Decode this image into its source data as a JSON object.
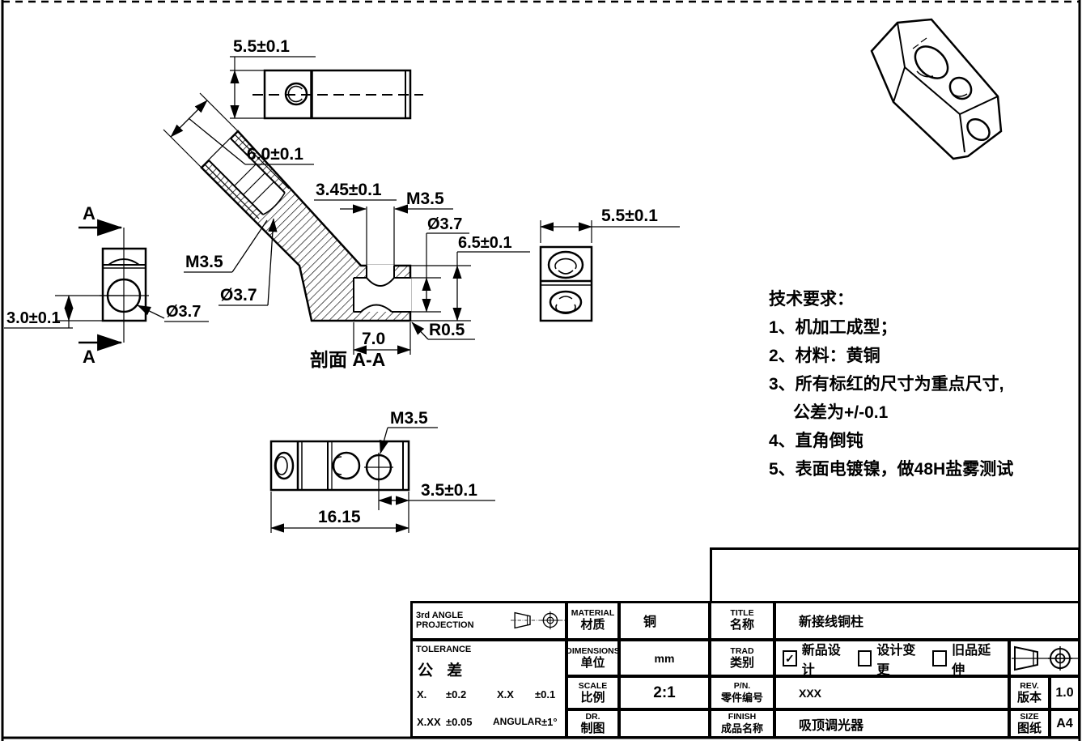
{
  "views": {
    "top": {
      "dim_width": "5.5±0.1"
    },
    "left": {
      "arrow_top": "A",
      "arrow_bottom": "A",
      "dim_height": "3.0±0.1",
      "dim_dia": "Ø3.7"
    },
    "section": {
      "label": "剖面 A-A",
      "dim_tube": "6.0±0.1",
      "dim_hole_w": "3.45±0.1",
      "thread_top": "M3.5",
      "dim_dia_right": "Ø3.7",
      "dim_height": "6.5±0.1",
      "thread_angled": "M3.5",
      "dim_dia_angled": "Ø3.7",
      "dim_cavity": "7.0",
      "dim_radius": "R0.5"
    },
    "right": {
      "dim_width": "5.5±0.1"
    },
    "bottom": {
      "thread": "M3.5",
      "dim_offset": "3.5±0.1",
      "dim_length": "16.15"
    }
  },
  "tech": {
    "title": "技术要求：",
    "items": [
      "1、机加工成型；",
      "2、材料：黄铜",
      "3、所有标红的尺寸为重点尺寸,",
      "公差为+/-0.1",
      "4、直角倒钝",
      "5、表面电镀镍，做48H盐雾测试"
    ]
  },
  "tb": {
    "projection": "3rd ANGLE PROJECTION",
    "material_en": "MATERIAL",
    "material_cn": "材质",
    "material_val": "铜",
    "tolerance_en": "TOLERANCE",
    "tolerance_cn": "公  差",
    "dim_en": "DIMENSIONS",
    "dim_cn": "单位",
    "dim_val": "mm",
    "scale_en": "SCALE",
    "scale_cn": "比例",
    "scale_val": "2:1",
    "dr_en": "DR.",
    "dr_cn": "制图",
    "dr_val": "",
    "title_en": "TITLE",
    "title_cn": "名称",
    "title_val": "新接线铜柱",
    "trad_en": "TRAD",
    "trad_cn": "类别",
    "trad_opts": [
      {
        "mark": "✓",
        "label": "新品设计"
      },
      {
        "mark": "",
        "label": "设计变更"
      },
      {
        "mark": "",
        "label": "旧品延伸"
      }
    ],
    "pn_en": "P/N.",
    "pn_cn": "零件编号",
    "pn_val": "XXX",
    "rev_en": "REV.",
    "rev_cn": "版本",
    "rev_val": "1.0",
    "finish_en": "FINISH",
    "finish_cn": "成品名称",
    "finish_val": "吸顶调光器",
    "size_en": "SIZE",
    "size_cn": "图纸",
    "size_val": "A4",
    "tol": {
      "r1k1": "X.",
      "r1v1": "±0.2",
      "r1k2": "X.X",
      "r1v2": "±0.1",
      "r2k1": "X.XX",
      "r2v1": "±0.05",
      "r2k2": "ANGULAR",
      "r2v2": "±1°"
    }
  }
}
